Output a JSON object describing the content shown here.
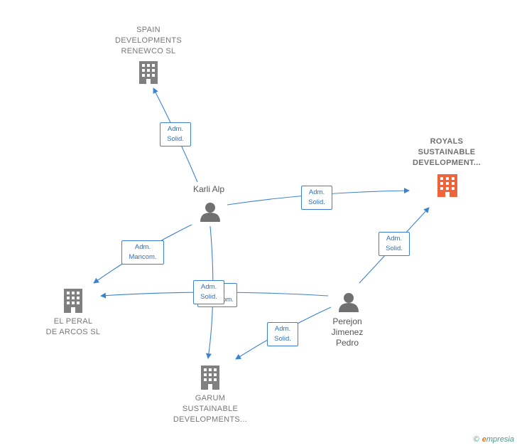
{
  "companies": {
    "spain": {
      "label": [
        "SPAIN",
        "DEVELOPMENTS",
        "RENEWCO  SL"
      ]
    },
    "royals": {
      "label": [
        "ROYALS",
        "SUSTAINABLE",
        "DEVELOPMENT..."
      ]
    },
    "elperal": {
      "label": [
        "EL PERAL",
        "DE ARCOS  SL"
      ]
    },
    "garum": {
      "label": [
        "GARUM",
        "SUSTAINABLE",
        "DEVELOPMENTS..."
      ]
    }
  },
  "persons": {
    "karli": {
      "label": [
        "Karli Alp"
      ]
    },
    "perejon": {
      "label": [
        "Perejon",
        "Jimenez",
        "Pedro"
      ]
    }
  },
  "relations": {
    "karli_spain": [
      "Adm.",
      "Solid."
    ],
    "karli_royals": [
      "Adm.",
      "Solid."
    ],
    "karli_elperal": [
      "Adm.",
      "Mancom."
    ],
    "karli_garum": [
      "Adm.",
      "Solid."
    ],
    "perejon_elperal": [
      "Adm.",
      "Mancom."
    ],
    "perejon_royals": [
      "Adm.",
      "Solid."
    ],
    "perejon_garum": [
      "Adm.",
      "Solid."
    ]
  },
  "colors": {
    "edge": "#3b82d0",
    "company_icon": "#808080",
    "focus_icon": "#f0643c",
    "person_icon": "#707070"
  },
  "footer": {
    "copyright": "©",
    "brand_first": "e",
    "brand_rest": "mpresia"
  }
}
